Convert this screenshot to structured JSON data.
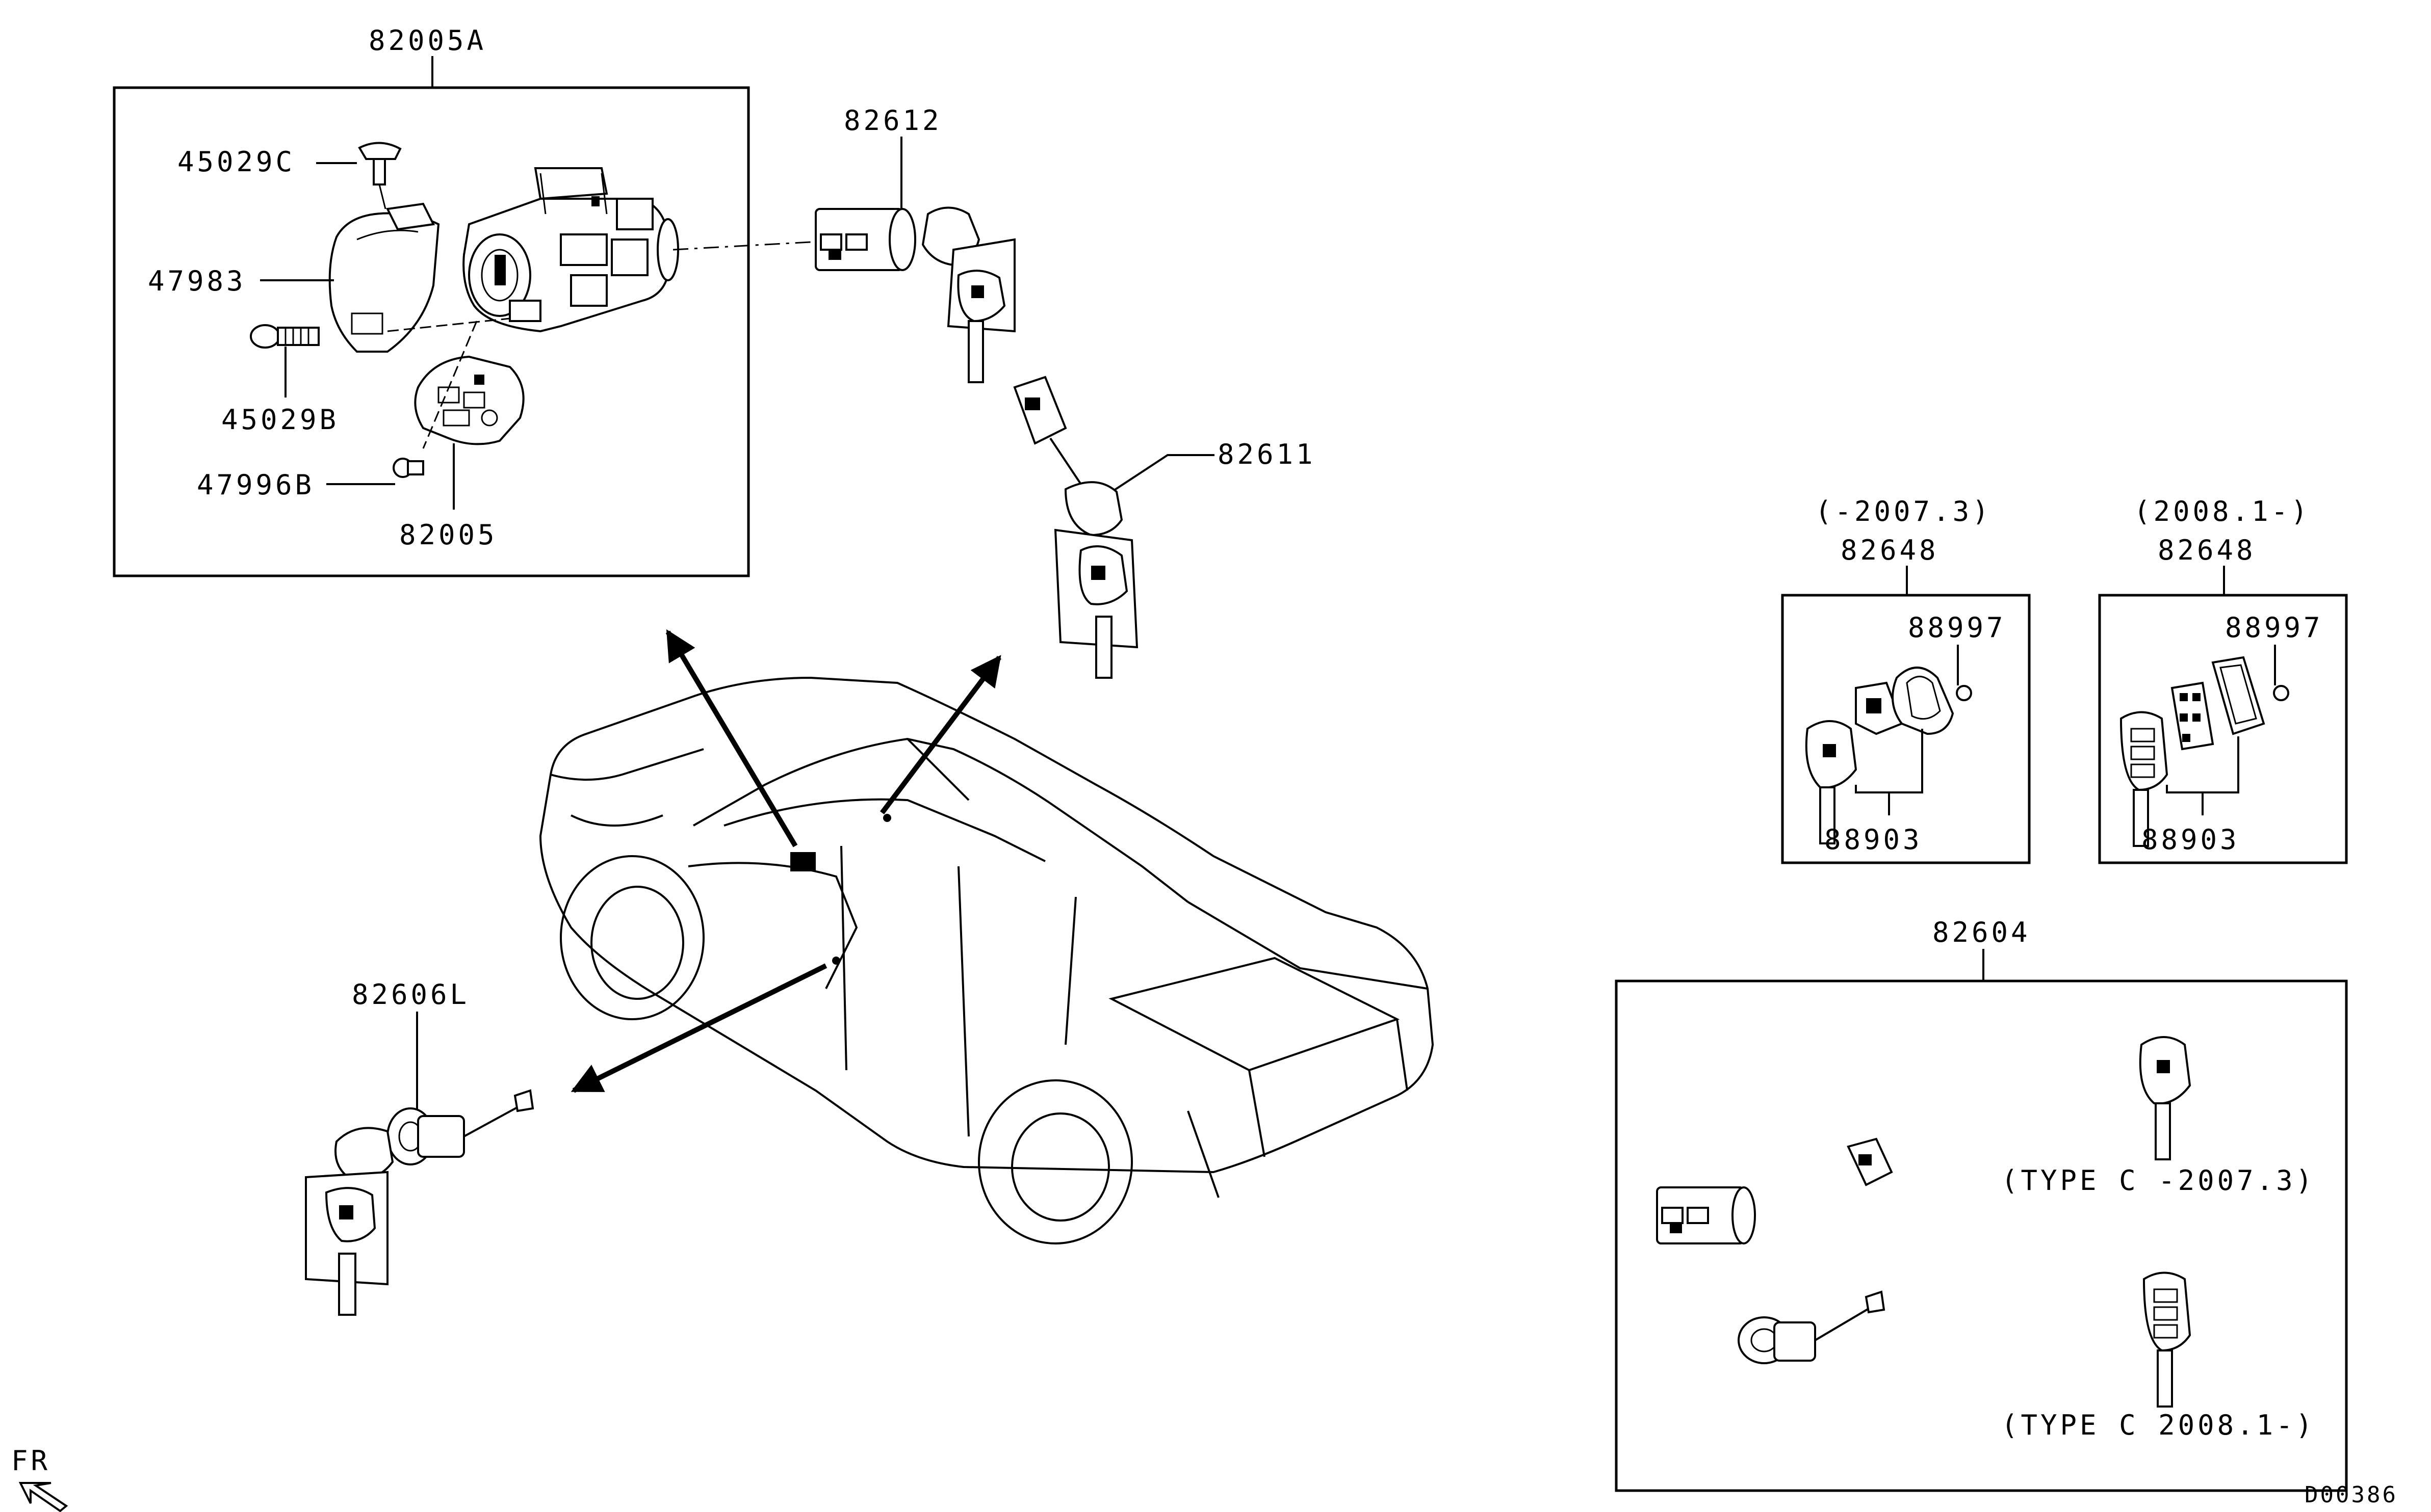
{
  "labels": {
    "p82005A": "82005A",
    "p45029C": "45029C",
    "p47983": "47983",
    "p45029B": "45029B",
    "p47996B": "47996B",
    "p82005": "82005",
    "p82612": "82612",
    "p82611": "82611",
    "p82606L": "82606L",
    "p82648a_range": "(-2007.3)",
    "p82648a": "82648",
    "p88997a": "88997",
    "p88903a": "88903",
    "p82648b_range": "(2008.1-)",
    "p82648b": "82648",
    "p88997b": "88997",
    "p88903b": "88903",
    "p82604": "82604",
    "type_c_old": "(TYPE C -2007.3)",
    "type_c_new": "(TYPE C 2008.1-)",
    "fr": "FR",
    "drawing_id": "D00386"
  }
}
